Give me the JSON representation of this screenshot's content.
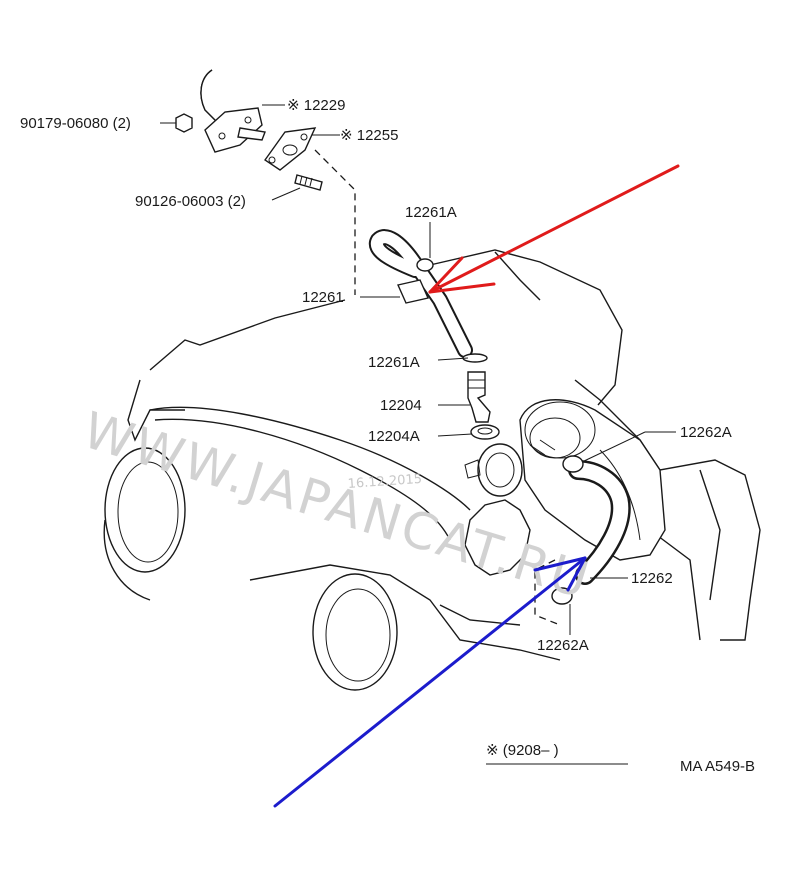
{
  "watermark": {
    "text": "WWW.JAPANCAT.RU",
    "date": "16.12.2015"
  },
  "parts": {
    "nut_90179": "90179-06080 (2)",
    "bracket_12229": "※ 12229",
    "gasket_12255": "※ 12255",
    "stud_90126": "90126-06003 (2)",
    "clip_12261A_top": "12261A",
    "hose_12261": "12261",
    "clip_12261A_bottom": "12261A",
    "union_12204": "12204",
    "gasket_12204A": "12204A",
    "clip_12262A_top": "12262A",
    "hose_12262": "12262",
    "clip_12262A_bottom": "12262A"
  },
  "footnote": {
    "text": "※ (9208–        )"
  },
  "diagram_id": "MA A549-B",
  "colors": {
    "red_arrow": "#e01b1b",
    "blue_arrow": "#1c1ccc",
    "ink": "#1a1a1a",
    "watermark": "#d2d2d2"
  }
}
